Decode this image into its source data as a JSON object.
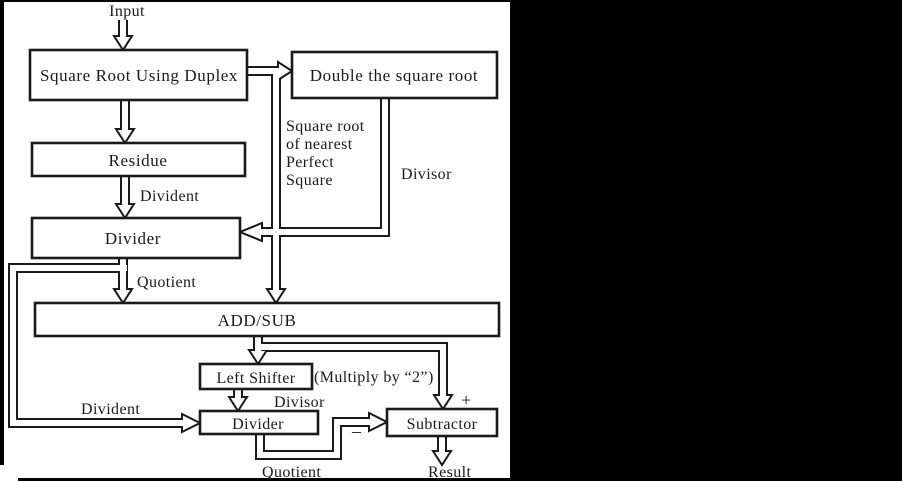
{
  "figure": {
    "type": "flowchart",
    "description": "Block diagram of a square root computation architecture"
  },
  "nodes": {
    "square_root_using_duplex": "Square Root Using Duplex",
    "double_the_square_root": "Double the square root",
    "residue": "Residue",
    "divider1": "Divider",
    "add_sub": "ADD/SUB",
    "left_shifter": "Left Shifter",
    "divider2": "Divider",
    "subtractor": "Subtractor"
  },
  "labels": {
    "input": "Input",
    "divident_upper": "Divident",
    "quotient_upper": "Quotient",
    "sqrt_nearest_lines": [
      "Square root",
      "of nearest",
      "Perfect",
      "Square"
    ],
    "divisor_upper": "Divisor",
    "multiply_by_2": "(Multiply by “2”)",
    "divisor_lower": "Divisor",
    "divident_lower": "Divident",
    "plus": "+",
    "minus": "–",
    "quotient_lower": "Quotient",
    "result": "Result"
  },
  "colors": {
    "line": "#1a1a1a",
    "background": "#ffffff",
    "frame": "#000000"
  }
}
